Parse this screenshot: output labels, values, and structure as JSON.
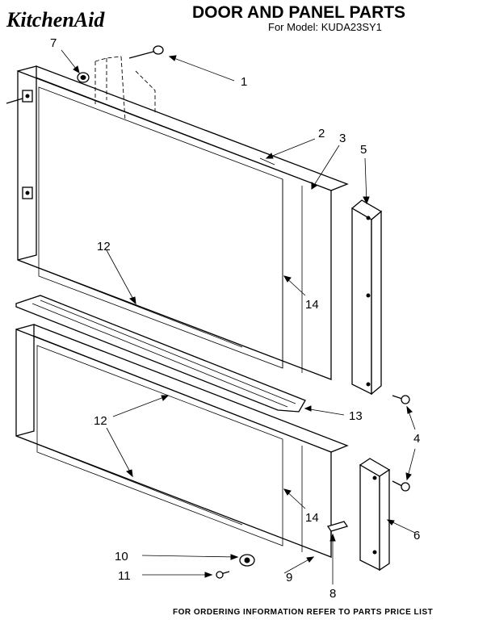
{
  "header": {
    "brand": "KitchenAid",
    "title": "DOOR AND PANEL PARTS",
    "model_line": "For Model: KUDA23SY1"
  },
  "callouts": [
    {
      "id": "c1",
      "label": "1"
    },
    {
      "id": "c2",
      "label": "2"
    },
    {
      "id": "c3",
      "label": "3"
    },
    {
      "id": "c4",
      "label": "4"
    },
    {
      "id": "c5",
      "label": "5"
    },
    {
      "id": "c6",
      "label": "6"
    },
    {
      "id": "c7",
      "label": "7"
    },
    {
      "id": "c8",
      "label": "8"
    },
    {
      "id": "c9",
      "label": "9"
    },
    {
      "id": "c10",
      "label": "10"
    },
    {
      "id": "c11",
      "label": "11"
    },
    {
      "id": "c12a",
      "label": "12"
    },
    {
      "id": "c12b",
      "label": "12"
    },
    {
      "id": "c13",
      "label": "13"
    },
    {
      "id": "c14a",
      "label": "14"
    },
    {
      "id": "c14b",
      "label": "14"
    }
  ],
  "footer": {
    "text": "FOR ORDERING INFORMATION REFER TO PARTS PRICE LIST"
  }
}
